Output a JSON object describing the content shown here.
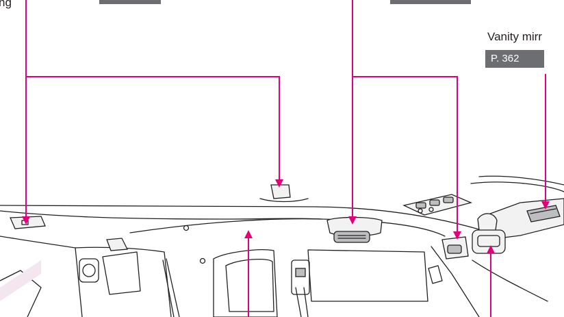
{
  "callouts": {
    "top_left_label": "ng",
    "vanity_mirror": {
      "label": "Vanity mirr",
      "page_ref": "P. 362"
    }
  },
  "colors": {
    "leader_line": "#e2007a",
    "page_badge": "#6d6e71",
    "line_art": "#231f20"
  }
}
